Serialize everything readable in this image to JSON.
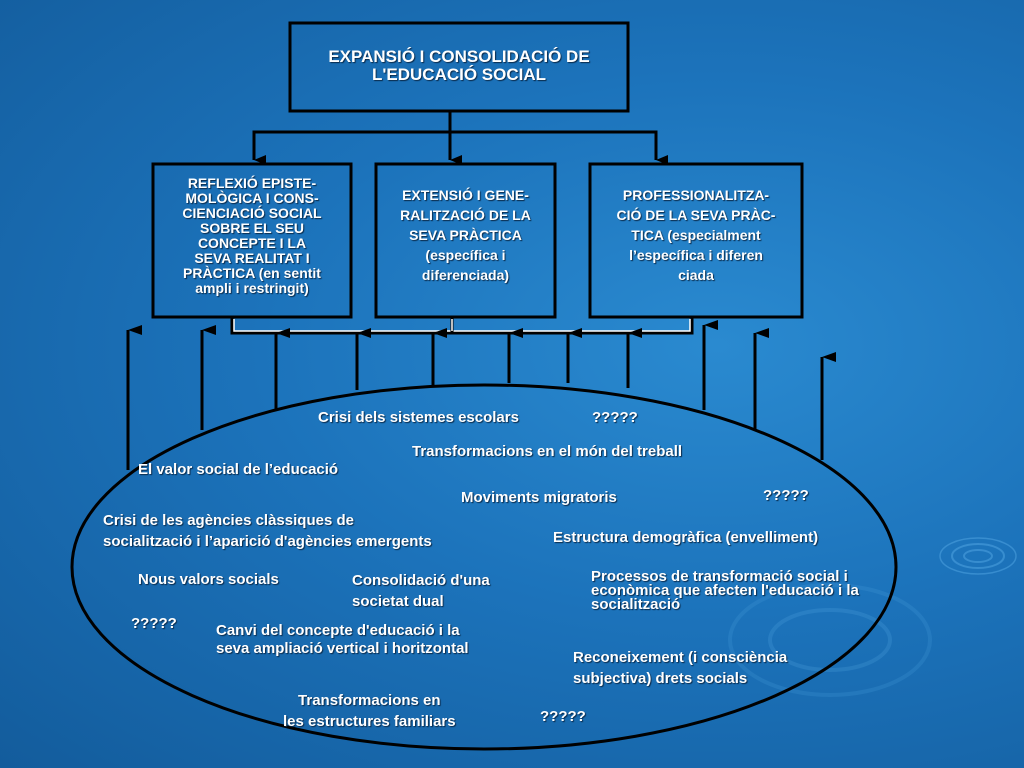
{
  "title_box": "EXPANSIÓ I CONSOLIDACIÓ DE\nL'EDUCACIÓ SOCIAL",
  "boxes": [
    "REFLEXIÓ EPISTE-\nMOLÒGICA I CONS-\nCIENCIACIÓ SOCIAL\nSOBRE EL SEU\nCONCEPTE I LA\nSEVA REALITAT I\nPRÀCTICA (en sentit\nampli i restringit)",
    "EXTENSIÓ I GENE-\nRALITZACIÓ DE LA\nSEVA PRÀCTICA\n(específica i\ndiferenciada)",
    "PROFESSIONALITZA-\nCIÓ DE LA SEVA PRÀC-\nTICA (especialment\nl’específica i diferen\nciada"
  ],
  "factors": {
    "crisi_sistemes": "Crisi dels sistemes escolars",
    "q1": "?????",
    "treball": "Transformacions en el món del treball",
    "valor_social": "El valor social de l’educació",
    "migratoris": "Moviments migratoris",
    "q2": "?????",
    "agencies": "Crisi de les agències clàssiques de\nsocialització i l’aparició d'agències emergents",
    "demografica": "Estructura demogràfica (envelliment)",
    "nous_valors": "Nous valors socials",
    "societat_dual": "Consolidació d'una\nsocietat dual",
    "processos": "Processos de transformació social i\neconòmica que afecten l'educació i la\nsocialització",
    "q3": "?????",
    "canvi_concepte": "Canvi del concepte d'educació i la\nseva ampliació vertical i horitzontal",
    "reconeixement": "Reconeixement (i consciència\nsubjectiva) drets socials",
    "familiars": "Transformacions en\nles estructures familiars",
    "q4": "?????"
  }
}
